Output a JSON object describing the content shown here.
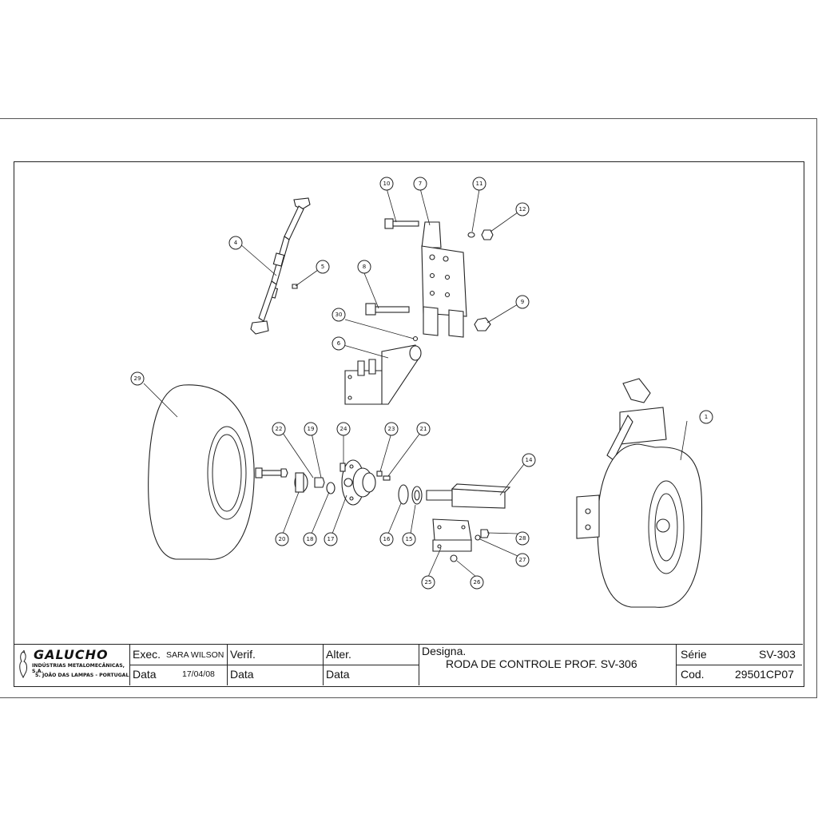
{
  "drawing": {
    "callouts": [
      {
        "id": "c1",
        "label": "1"
      },
      {
        "id": "c4",
        "label": "4"
      },
      {
        "id": "c5",
        "label": "5"
      },
      {
        "id": "c6",
        "label": "6"
      },
      {
        "id": "c7",
        "label": "7"
      },
      {
        "id": "c8",
        "label": "8"
      },
      {
        "id": "c9",
        "label": "9"
      },
      {
        "id": "c10",
        "label": "10"
      },
      {
        "id": "c11",
        "label": "11"
      },
      {
        "id": "c12",
        "label": "12"
      },
      {
        "id": "c14",
        "label": "14"
      },
      {
        "id": "c15",
        "label": "15"
      },
      {
        "id": "c16",
        "label": "16"
      },
      {
        "id": "c17",
        "label": "17"
      },
      {
        "id": "c18",
        "label": "18"
      },
      {
        "id": "c19",
        "label": "19"
      },
      {
        "id": "c20",
        "label": "20"
      },
      {
        "id": "c21",
        "label": "21"
      },
      {
        "id": "c22",
        "label": "22"
      },
      {
        "id": "c23",
        "label": "23"
      },
      {
        "id": "c24",
        "label": "24"
      },
      {
        "id": "c25",
        "label": "25"
      },
      {
        "id": "c26",
        "label": "26"
      },
      {
        "id": "c27",
        "label": "27"
      },
      {
        "id": "c28",
        "label": "28"
      },
      {
        "id": "c29",
        "label": "29"
      },
      {
        "id": "c30",
        "label": "30"
      }
    ]
  },
  "title_block": {
    "company": {
      "name": "GALUCHO",
      "subtitle": "INDÚSTRIAS METALOMECÂNICAS, S.A.",
      "address": "S. JOÃO DAS LAMPAS - PORTUGAL"
    },
    "exec_label": "Exec.",
    "exec_value": "SARA WILSON",
    "data_label_1": "Data",
    "data_value_1": "17/04/08",
    "verif_label": "Verif.",
    "data_label_2": "Data",
    "alter_label": "Alter.",
    "data_label_3": "Data",
    "designa_label": "Designa.",
    "designa_value": "RODA DE CONTROLE PROF.  SV-306",
    "serie_label": "Série",
    "serie_value": "SV-303",
    "cod_label": "Cod.",
    "cod_value": "29501CP07"
  }
}
